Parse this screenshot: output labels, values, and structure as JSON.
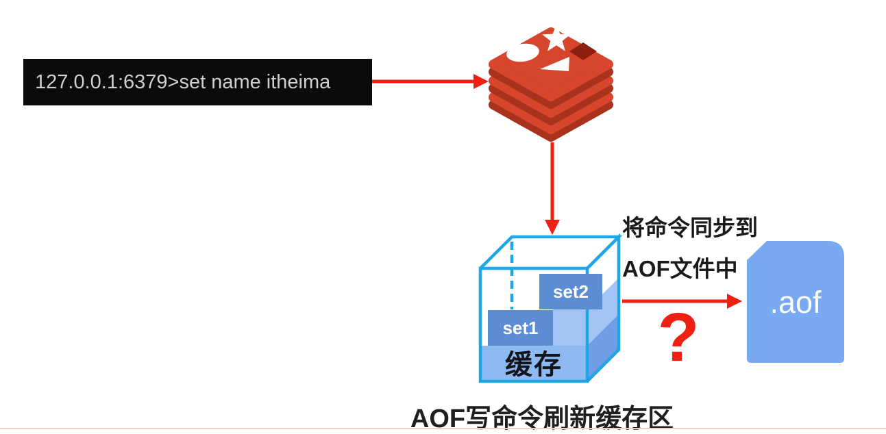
{
  "colors": {
    "arrow-red": "#EE2013",
    "redis-red": "#D6452C",
    "redis-dark": "#A8321C",
    "redis-hole": "#8C1F10",
    "cube-cyan": "#1FA6E4",
    "liquid-front": "#8FB9F1",
    "liquid-light": "#A2C4F4",
    "liquid-side": "#6F9EE4",
    "block-blue": "#5C8DD2",
    "file-blue": "#78A9F1",
    "terminal-bg": "#0B0B0B",
    "terminal-text": "#CFCFCF",
    "label-dark": "#1A1A1A",
    "divider-pink": "#F2CEC6"
  },
  "terminal": {
    "command": "127.0.0.1:6379>set name itheima"
  },
  "icons": {
    "redis": "redis-stack-icon",
    "buffer": "buffer-cube-icon",
    "file": "aof-file-icon"
  },
  "buffer": {
    "blocks": [
      {
        "label": "set1"
      },
      {
        "label": "set2"
      }
    ],
    "label": "缓存"
  },
  "sync_note": {
    "line1": "将命令同步到",
    "line2": "AOF文件中"
  },
  "question_mark": "?",
  "file": {
    "label": ".aof"
  },
  "caption": "AOF写命令刷新缓存区"
}
